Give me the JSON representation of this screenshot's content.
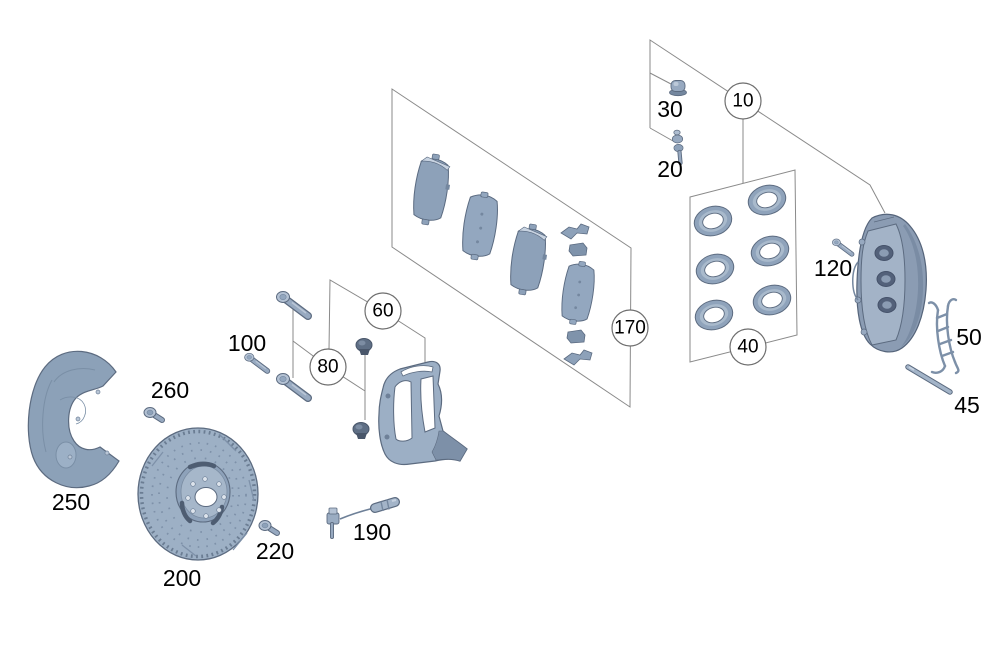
{
  "diagram": {
    "palette": {
      "background": "#ffffff",
      "leader_line": "#8a8a8a",
      "part_fill": "#93a7bf",
      "part_highlight": "#c6d1e0",
      "part_shadow": "#74879f",
      "part_outline": "#5c6b80",
      "callout_circle_stroke": "#6e6e6e",
      "label_text": "#000000"
    },
    "callouts": {
      "p10": {
        "text": "10",
        "style": "circled"
      },
      "p20": {
        "text": "20",
        "style": "plain"
      },
      "p30": {
        "text": "30",
        "style": "plain"
      },
      "p40": {
        "text": "40",
        "style": "circled"
      },
      "p45": {
        "text": "45",
        "style": "plain"
      },
      "p50": {
        "text": "50",
        "style": "plain"
      },
      "p60": {
        "text": "60",
        "style": "circled"
      },
      "p80": {
        "text": "80",
        "style": "circled"
      },
      "p100": {
        "text": "100",
        "style": "plain"
      },
      "p120": {
        "text": "120",
        "style": "plain"
      },
      "p170": {
        "text": "170",
        "style": "circled"
      },
      "p190": {
        "text": "190",
        "style": "plain"
      },
      "p200": {
        "text": "200",
        "style": "plain"
      },
      "p220": {
        "text": "220",
        "style": "plain"
      },
      "p250": {
        "text": "250",
        "style": "plain"
      },
      "p260": {
        "text": "260",
        "style": "plain"
      }
    }
  }
}
